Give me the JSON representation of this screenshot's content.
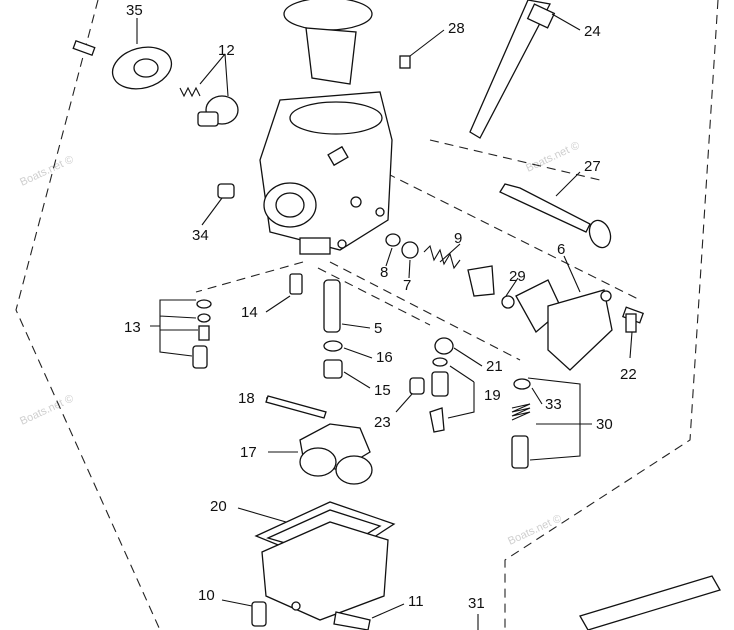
{
  "watermark": "Boats.net ©",
  "callouts": [
    {
      "id": "35",
      "label": "35"
    },
    {
      "id": "28",
      "label": "28"
    },
    {
      "id": "24",
      "label": "24"
    },
    {
      "id": "12",
      "label": "12"
    },
    {
      "id": "27",
      "label": "27"
    },
    {
      "id": "34",
      "label": "34"
    },
    {
      "id": "9",
      "label": "9"
    },
    {
      "id": "6",
      "label": "6"
    },
    {
      "id": "8",
      "label": "8"
    },
    {
      "id": "7",
      "label": "7"
    },
    {
      "id": "29",
      "label": "29"
    },
    {
      "id": "14",
      "label": "14"
    },
    {
      "id": "13",
      "label": "13"
    },
    {
      "id": "5",
      "label": "5"
    },
    {
      "id": "16",
      "label": "16"
    },
    {
      "id": "21",
      "label": "21"
    },
    {
      "id": "22",
      "label": "22"
    },
    {
      "id": "15",
      "label": "15"
    },
    {
      "id": "18",
      "label": "18"
    },
    {
      "id": "19",
      "label": "19"
    },
    {
      "id": "33",
      "label": "33"
    },
    {
      "id": "23",
      "label": "23"
    },
    {
      "id": "30",
      "label": "30"
    },
    {
      "id": "17",
      "label": "17"
    },
    {
      "id": "20",
      "label": "20"
    },
    {
      "id": "10",
      "label": "10"
    },
    {
      "id": "11",
      "label": "11"
    },
    {
      "id": "31",
      "label": "31"
    }
  ]
}
